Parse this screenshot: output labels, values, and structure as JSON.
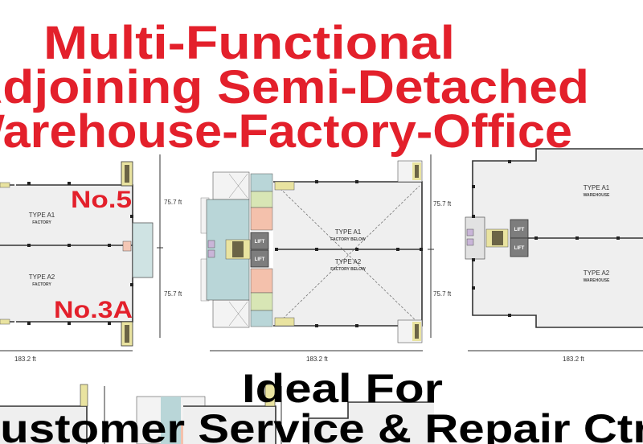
{
  "headline": {
    "line1": "Multi-Functional",
    "line2": "Adjoining Semi-Detached",
    "line3": "Warehouse-Factory-Office",
    "color": "#e3202b"
  },
  "unit_labels": {
    "upper": "No.5",
    "lower": "No.3A"
  },
  "plans": {
    "ground": {
      "a1_title": "TYPE A1",
      "a1_use": "FACTORY",
      "a2_title": "TYPE A2",
      "a2_use": "FACTORY",
      "dim_upper": "75.7 ft",
      "dim_lower": "75.7 ft",
      "dim_width": "183.2 ft"
    },
    "mezzanine": {
      "a1_title": "TYPE A1",
      "a1_use": "FACTORY BELOW",
      "a2_title": "TYPE A2",
      "a2_use": "FACTORY BELOW",
      "lift_upper": "LIFT",
      "lift_lower": "LIFT",
      "dim_upper": "75.7 ft",
      "dim_lower": "75.7 ft",
      "dim_width": "183.2 ft"
    },
    "upper": {
      "a1_title": "TYPE A1",
      "a1_use": "WAREHOUSE",
      "a2_title": "TYPE A2",
      "a2_use": "WAREHOUSE",
      "lift_upper": "LIFT",
      "lift_lower": "LIFT",
      "dim_width": "183.2 ft"
    }
  },
  "tagline": {
    "line1": "Ideal For",
    "line2": "Customer Service & Repair Ctr"
  }
}
